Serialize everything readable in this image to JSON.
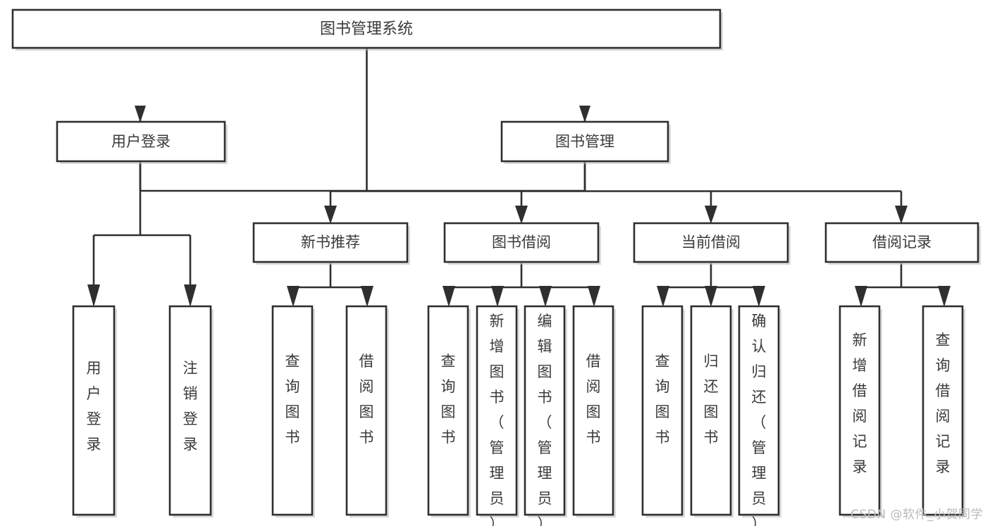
{
  "diagram": {
    "title": "图书管理系统",
    "type": "tree",
    "watermark": "CSDN @软件_小贺同学",
    "colors": {
      "border": "#2f2f2f",
      "fill": "#ffffff",
      "text": "#3a3a3a",
      "watermark": "#b9b9b9",
      "background": "#ffffff"
    },
    "root": {
      "label": "图书管理系统"
    },
    "level2": [
      {
        "label": "用户登录"
      },
      {
        "label": "图书管理"
      }
    ],
    "level3": [
      {
        "label": "新书推荐"
      },
      {
        "label": "图书借阅"
      },
      {
        "label": "当前借阅"
      },
      {
        "label": "借阅记录"
      }
    ],
    "leaves": {
      "user_login": [
        {
          "label": "用户登录"
        },
        {
          "label": "注销登录"
        }
      ],
      "new_book_recommend": [
        {
          "label": "查询图书"
        },
        {
          "label": "借阅图书"
        }
      ],
      "book_borrow": [
        {
          "label": "查询图书"
        },
        {
          "label": "新增图书（管理员）"
        },
        {
          "label": "编辑图书（管理员）"
        },
        {
          "label": "借阅图书"
        }
      ],
      "current_borrow": [
        {
          "label": "查询图书"
        },
        {
          "label": "归还图书"
        },
        {
          "label": "确认归还（管理员）"
        }
      ],
      "borrow_record": [
        {
          "label": "新增借阅记录"
        },
        {
          "label": "查询借阅记录"
        }
      ]
    }
  }
}
